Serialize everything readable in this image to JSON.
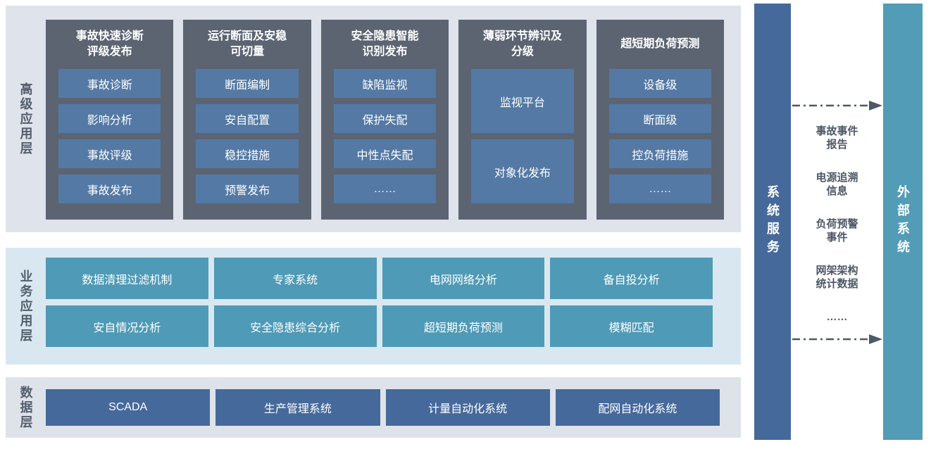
{
  "layers": {
    "advanced": {
      "label": "高级应用层",
      "columns": [
        {
          "title": "事故快速诊断\n评级发布",
          "items": [
            "事故诊断",
            "影响分析",
            "事故评级",
            "事故发布"
          ]
        },
        {
          "title": "运行断面及安稳\n可切量",
          "items": [
            "断面编制",
            "安自配置",
            "稳控措施",
            "预警发布"
          ]
        },
        {
          "title": "安全隐患智能\n识别发布",
          "items": [
            "缺陷监视",
            "保护失配",
            "中性点失配",
            "……"
          ]
        },
        {
          "title": "薄弱环节辨识及\n分级",
          "items": [
            "监视平台",
            "对象化发布"
          ]
        },
        {
          "title": "超短期负荷预测",
          "items": [
            "设备级",
            "断面级",
            "控负荷措施",
            "……"
          ]
        }
      ]
    },
    "business": {
      "label": "业务应用层",
      "items": [
        "数据清理过滤机制",
        "专家系统",
        "电网网络分析",
        "备自投分析",
        "安自情况分析",
        "安全隐患综合分析",
        "超短期负荷预测",
        "模糊匹配"
      ]
    },
    "data": {
      "label": "数据层",
      "items": [
        "SCADA",
        "生产管理系统",
        "计量自动化系统",
        "配网自动化系统"
      ]
    }
  },
  "right": {
    "system_service_label": "系统服务",
    "external_system_label": "外部系统",
    "flow_items": [
      "事故事件\n报告",
      "电源追溯\n信息",
      "负荷预警\n事件",
      "网架架构\n统计数据",
      "……"
    ]
  },
  "colors": {
    "column_dark": "#5c6472",
    "item_steel_blue": "#5479a4",
    "item_teal": "#4f9ab6",
    "bar_deep_blue": "#46699b",
    "bar_teal": "#529cb8",
    "panel_top_bg": "#dee3ec",
    "panel_mid_bg": "#d9e8f0",
    "panel_bot_bg": "#dee3ea",
    "flow_text": "#4e5866"
  }
}
